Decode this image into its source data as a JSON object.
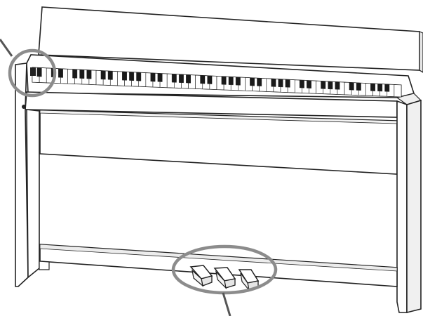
{
  "figure": {
    "subject": "digital-piano",
    "white_key_count": 52,
    "pedal_count": 3,
    "callouts": [
      "power-switch-callout",
      "pedals-callout"
    ]
  },
  "colors": {
    "line": "#222222",
    "fill": "#ffffff",
    "shade": "#e6e6e6",
    "dark_key": "#1a1a1a",
    "callout": "#8c8c8c"
  }
}
